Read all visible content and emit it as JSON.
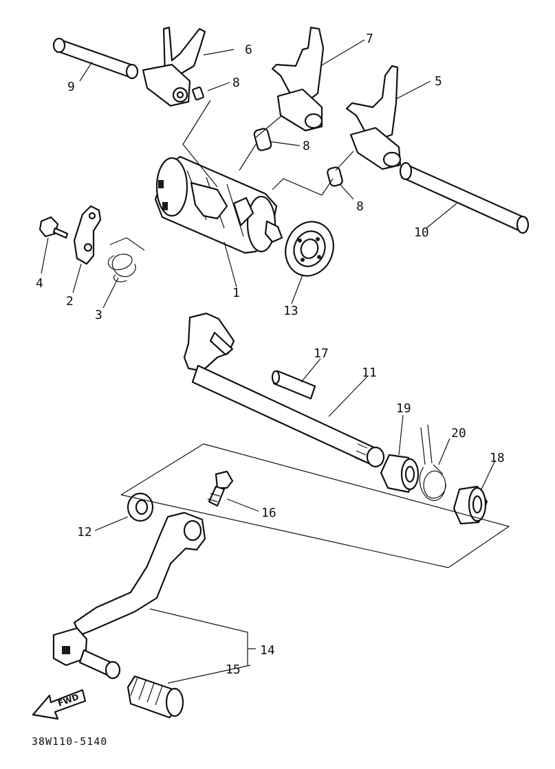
{
  "diagram_code": "38W110-5140",
  "direction_label": "FWD",
  "callouts": {
    "c1": "1",
    "c2": "2",
    "c3": "3",
    "c4": "4",
    "c5": "5",
    "c6": "6",
    "c7": "7",
    "c8a": "8",
    "c8b": "8",
    "c8c": "8",
    "c9": "9",
    "c10": "10",
    "c11": "11",
    "c12": "12",
    "c13": "13",
    "c14": "14",
    "c15": "15",
    "c16": "16",
    "c17": "17",
    "c18": "18",
    "c19": "19",
    "c20": "20"
  }
}
